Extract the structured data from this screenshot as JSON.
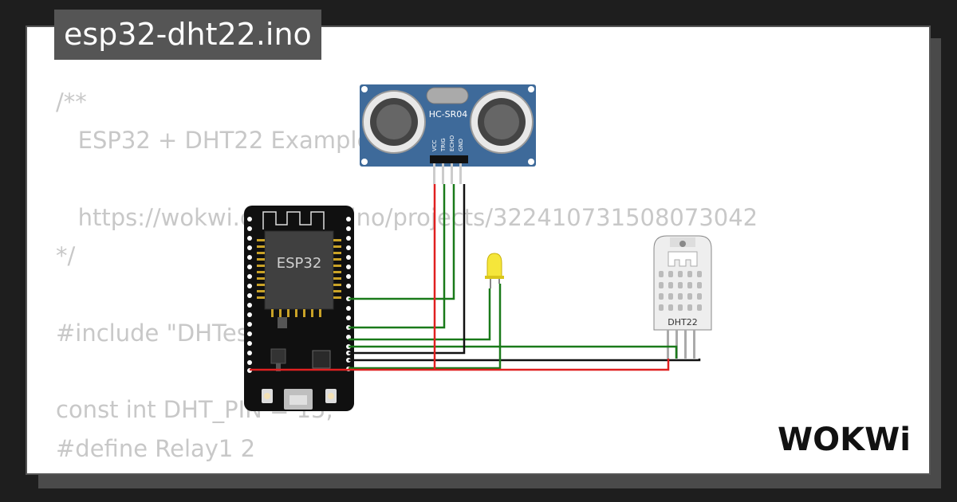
{
  "title": "esp32-dht22.ino",
  "code_lines": [
    "/**",
    "   ESP32 + DHT22 Example",
    "",
    "   https://wokwi.com/arduino/projects/322410731508073042",
    "*/",
    "",
    "#include \"DHTesp.h\"",
    "",
    "const int DHT_PIN = 15;",
    "#define Relay1 2"
  ],
  "components": {
    "ultrasonic": {
      "label": "HC-SR04",
      "pins": [
        "VCC",
        "TRIG",
        "ECHO",
        "GND"
      ]
    },
    "mcu": {
      "label": "ESP32"
    },
    "sensor": {
      "label": "DHT22"
    },
    "led": {
      "color": "yellow"
    }
  },
  "wire_colors": {
    "green": "#1a7a1a",
    "red": "#e02020",
    "black": "#111111"
  },
  "brand": "WOKWi"
}
